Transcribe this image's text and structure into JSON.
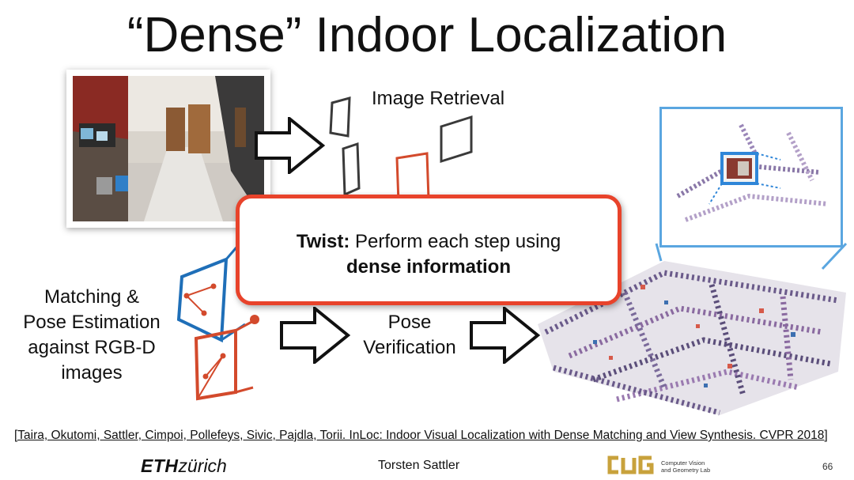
{
  "slide": {
    "title": "“Dense” Indoor Localization",
    "labels": {
      "image_retrieval": "Image Retrieval",
      "matching": [
        "Matching &",
        "Pose Estimation",
        "against RGB-D",
        "images"
      ],
      "pose_verification": [
        "Pose",
        "Verification"
      ]
    },
    "twist": {
      "prefix": "Twist:",
      "line1_rest": " Perform each step using",
      "line2": "dense information"
    },
    "citation": "[Taira, Okutomi, Sattler, Cimpoi, Pollefeys, Sivic, Pajdla, Torii. InLoc: Indoor Visual Localization with Dense Matching and View Synthesis. CVPR 2018]",
    "footer": {
      "eth_bold": "ETH",
      "eth_rest": "zürich",
      "author": "Torsten Sattler",
      "lab_line1": "Computer Vision",
      "lab_line2": "and Geometry Lab",
      "page_number": "66"
    }
  },
  "colors": {
    "accent_red": "#e8432b",
    "frame_blue": "#1f6fb8",
    "inset_blue": "#5aa6e0",
    "frame_dark": "#3a3a3a",
    "cvg_gold": "#c8a23c"
  },
  "icons": [
    "arrow-right-icon",
    "camera-frame-icon",
    "point-cloud-map",
    "eth-logo",
    "cvg-logo"
  ]
}
